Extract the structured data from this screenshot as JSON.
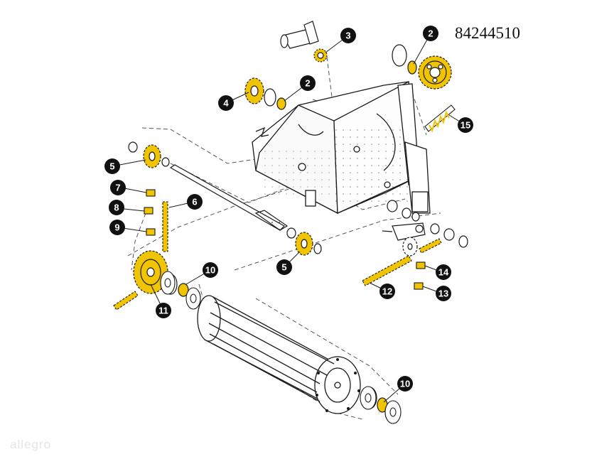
{
  "diagram": {
    "part_number": "84244510",
    "watermark": "allegro",
    "colors": {
      "highlight": "#f0c400",
      "line": "#1a1a1a",
      "callout": "#111111",
      "dashed": "#555555"
    },
    "callouts": [
      {
        "id": "c3",
        "label": "3"
      },
      {
        "id": "c2a",
        "label": "2"
      },
      {
        "id": "c2b",
        "label": "2"
      },
      {
        "id": "c4",
        "label": "4"
      },
      {
        "id": "c15",
        "label": "15"
      },
      {
        "id": "c5a",
        "label": "5"
      },
      {
        "id": "c7",
        "label": "7"
      },
      {
        "id": "c6",
        "label": "6"
      },
      {
        "id": "c8",
        "label": "8"
      },
      {
        "id": "c9",
        "label": "9"
      },
      {
        "id": "c5b",
        "label": "5"
      },
      {
        "id": "c10a",
        "label": "10"
      },
      {
        "id": "c14",
        "label": "14"
      },
      {
        "id": "c12",
        "label": "12"
      },
      {
        "id": "c13",
        "label": "13"
      },
      {
        "id": "c11",
        "label": "11"
      },
      {
        "id": "c10b",
        "label": "10"
      }
    ]
  }
}
